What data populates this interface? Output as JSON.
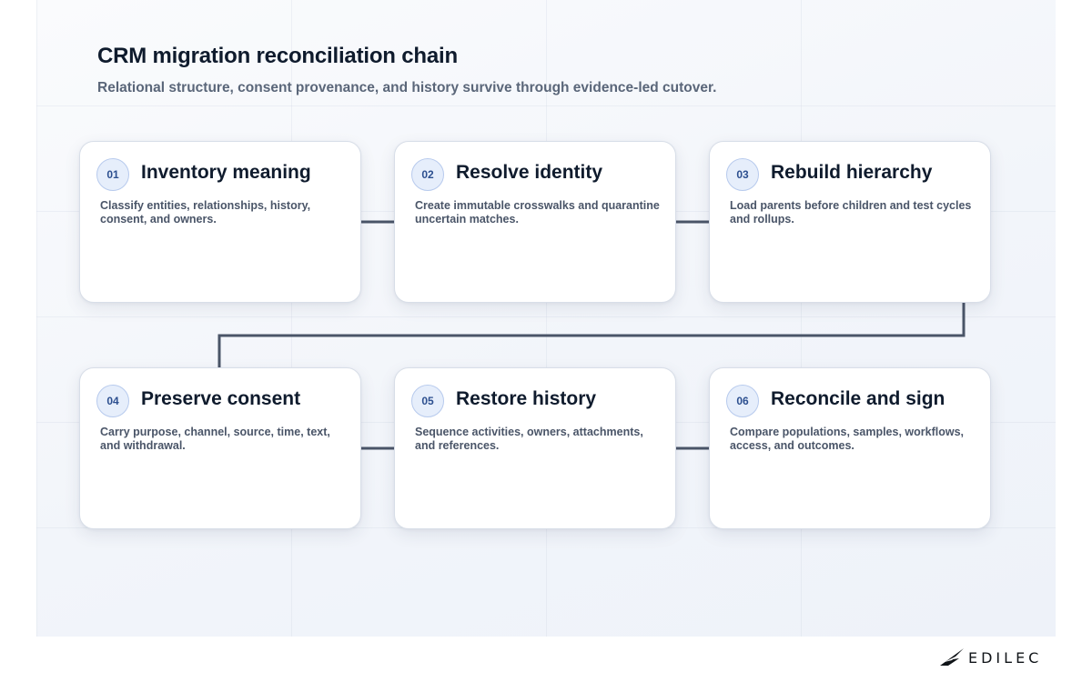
{
  "header": {
    "title": "CRM migration reconciliation chain",
    "subtitle": "Relational structure, consent provenance, and history survive through evidence-led cutover."
  },
  "steps": [
    {
      "num": "01",
      "title": "Inventory meaning",
      "desc": "Classify entities, relationships, history, consent, and owners."
    },
    {
      "num": "02",
      "title": "Resolve identity",
      "desc": "Create immutable crosswalks and quarantine uncertain matches."
    },
    {
      "num": "03",
      "title": "Rebuild hierarchy",
      "desc": "Load parents before children and test cycles and rollups."
    },
    {
      "num": "04",
      "title": "Preserve consent",
      "desc": "Carry purpose, channel, source, time, text, and withdrawal."
    },
    {
      "num": "05",
      "title": "Restore history",
      "desc": "Sequence activities, owners, attachments, and references."
    },
    {
      "num": "06",
      "title": "Reconcile and sign",
      "desc": "Compare populations, samples, workflows, access, and outcomes."
    }
  ],
  "brand": {
    "name": "EDILEC",
    "logo_icon": "wing-logo-icon"
  },
  "colors": {
    "connector": "#4a5568",
    "badge_fill": "#e6eefb",
    "badge_border": "#b7caed",
    "badge_text": "#2c4f8f",
    "title": "#0f1b2d"
  }
}
